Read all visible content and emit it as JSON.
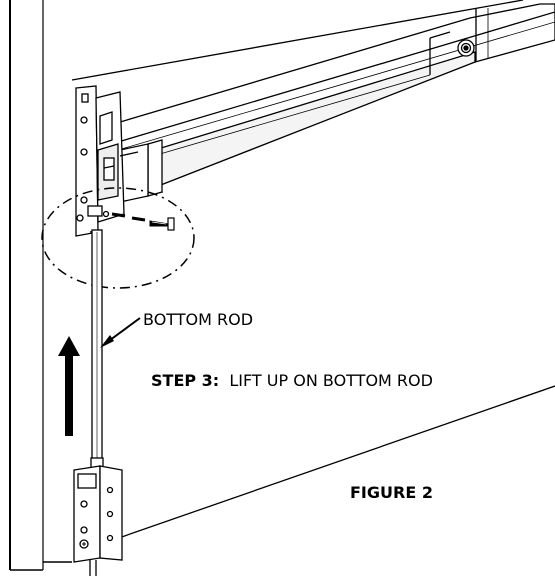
{
  "labels": {
    "bottom_rod": "BOTTOM ROD",
    "step_prefix": "STEP 3:",
    "step_instruction": "LIFT UP ON BOTTOM ROD",
    "figure": "FIGURE 2"
  },
  "colors": {
    "line": "#000000",
    "background": "#ffffff",
    "shade": "#e9e9e9"
  }
}
